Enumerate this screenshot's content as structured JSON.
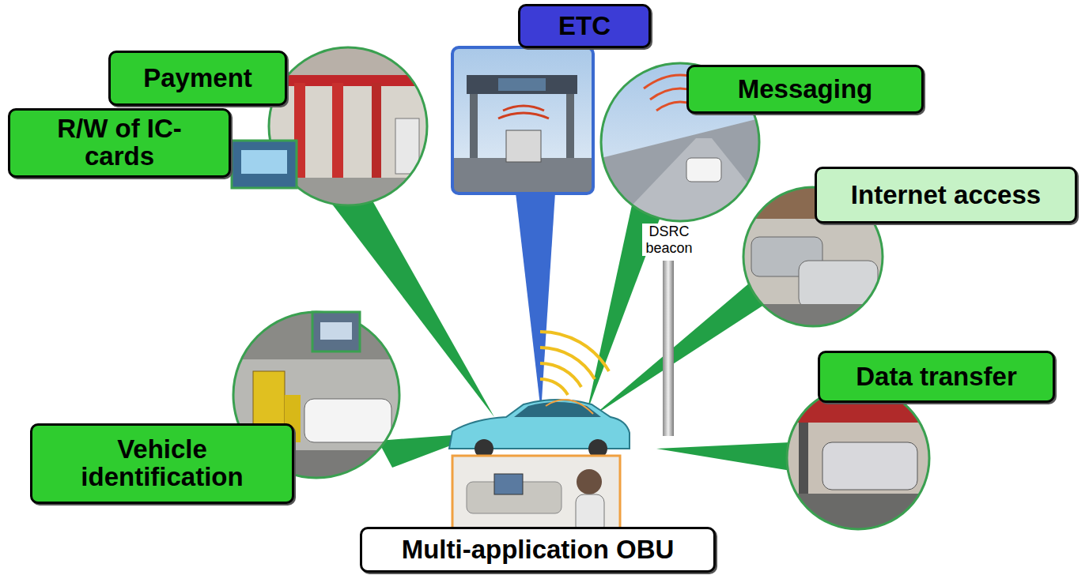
{
  "diagram": {
    "nodes": [
      {
        "text": [
          "ETC"
        ]
      },
      {
        "text": [
          "Payment"
        ]
      },
      {
        "text": [
          "Messaging"
        ]
      },
      {
        "text": [
          "R/W of IC-cards"
        ]
      },
      {
        "text": [
          "Internet access"
        ]
      },
      {
        "text": [
          "Data transfer"
        ]
      },
      {
        "text": [
          "Vehicle identification"
        ]
      },
      {
        "text": [
          "Multi-application OBU"
        ]
      }
    ],
    "labels": [
      "DSRC beacon"
    ]
  }
}
